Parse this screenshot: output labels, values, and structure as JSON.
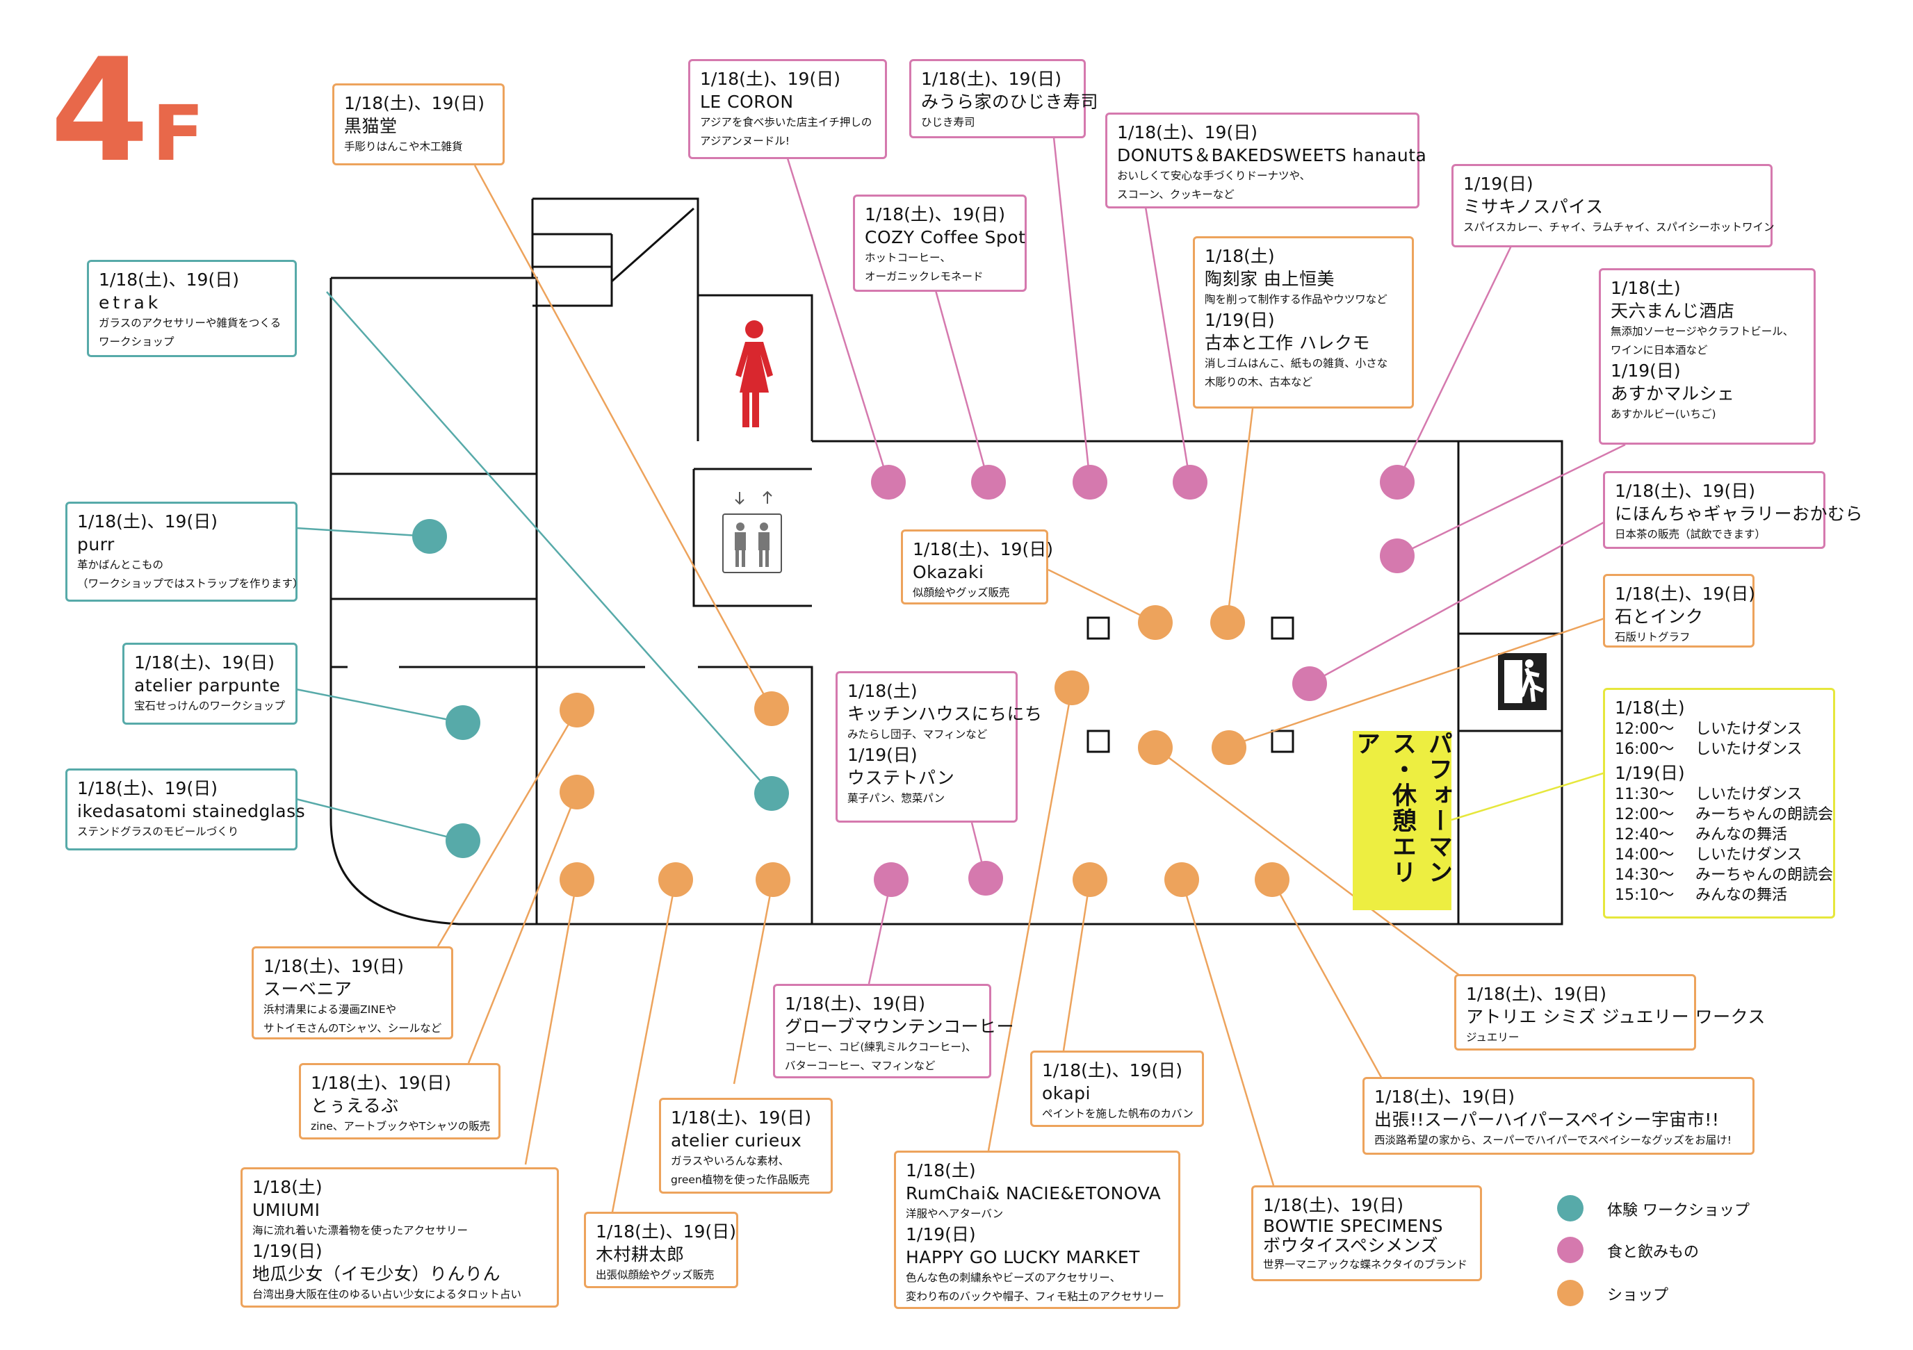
{
  "floor": {
    "number": "4",
    "suffix": "F"
  },
  "colors": {
    "shop": "#eda35c",
    "food": "#d579ae",
    "workshop": "#57aaa9",
    "performance": "#e6e73c",
    "floor_label": "#e8684a",
    "toilet": "#d9272e",
    "exit": "#1f1f1f"
  },
  "icons": {
    "toilet": "woman-toilet-icon",
    "elevator": "elevator-icon",
    "exit": "emergency-exit-icon"
  },
  "performance_area": "パフォーマンス・休憩エリア",
  "legend": [
    {
      "label": "体験 ワークショップ",
      "color": "#57aaa9"
    },
    {
      "label": "食と飲みもの",
      "color": "#d579ae"
    },
    {
      "label": "ショップ",
      "color": "#eda35c"
    }
  ],
  "booths": {
    "kuroneko": {
      "date": "1/18(土)、19(日)",
      "name": "黒猫堂",
      "desc": [
        "手彫りはんこや木工雑貨"
      ]
    },
    "etrak": {
      "date": "1/18(土)、19(日)",
      "name": "etrak",
      "desc": [
        "ガラスのアクセサリーや雑貨をつくる",
        "ワークショップ"
      ]
    },
    "purr": {
      "date": "1/18(土)、19(日)",
      "name": "purr",
      "desc": [
        "革かばんとこもの",
        "（ワークショップではストラップを作ります）"
      ]
    },
    "parpunte": {
      "date": "1/18(土)、19(日)",
      "name": "atelier parpunte",
      "desc": [
        "宝石せっけんのワークショップ"
      ]
    },
    "ikeda": {
      "date": "1/18(土)、19(日)",
      "name": "ikedasatomi stainedglass",
      "desc": [
        "ステンドグラスのモビールづくり"
      ]
    },
    "lecoron": {
      "date": "1/18(土)、19(日)",
      "name": "LE CORON",
      "desc": [
        "アジアを食べ歩いた店主イチ押しの",
        "アジアンヌードル!"
      ]
    },
    "miura": {
      "date": "1/18(土)、19(日)",
      "name": "みうら家のひじき寿司",
      "desc": [
        "ひじき寿司"
      ]
    },
    "cozy": {
      "date": "1/18(土)、19(日)",
      "name": "COZY Coffee Spot",
      "desc": [
        "ホットコーヒー、",
        "オーガニックレモネード"
      ]
    },
    "hanauta": {
      "date": "1/18(土)、19(日)",
      "name": "DONUTS＆BAKEDSWEETS hanauta",
      "desc": [
        "おいしくて安心な手づくりドーナツや、",
        "スコーン、クッキーなど"
      ]
    },
    "yuka": {
      "date1": "1/18(土)",
      "name1": "陶刻家 由上恒美",
      "desc1": [
        "陶を削って制作する作品やウツワなど"
      ],
      "date2": "1/19(日)",
      "name2": "古本と工作 ハレクモ",
      "desc2": [
        "消しゴムはんこ、紙もの雑貨、小さな",
        "木彫りの木、古本など"
      ]
    },
    "misaki": {
      "date": "1/19(日)",
      "name": "ミサキノスパイス",
      "desc": [
        "スパイスカレー、チャイ、ラムチャイ、スパイシーホットワイン"
      ]
    },
    "tenroku": {
      "date1": "1/18(土)",
      "name1": "天六まんじ酒店",
      "desc1": [
        "無添加ソーセージやクラフトビール、",
        "ワインに日本酒など"
      ],
      "date2": "1/19(日)",
      "name2": "あすかマルシェ",
      "desc2": [
        "あすかルビー(いちご)"
      ]
    },
    "okamura": {
      "date": "1/18(土)、19(日)",
      "name": "にほんちゃギャラリーおかむら",
      "desc": [
        "日本茶の販売（試飲できます）"
      ]
    },
    "ishi": {
      "date": "1/18(土)、19(日)",
      "name": "石とインク",
      "desc": [
        "石版リトグラフ"
      ]
    },
    "okazaki": {
      "date": "1/18(土)、19(日)",
      "name": "Okazaki",
      "desc": [
        "似顔絵やグッズ販売"
      ]
    },
    "kitchen": {
      "date1": "1/18(土)",
      "name1": "キッチンハウスにちにち",
      "desc1": [
        "みたらし団子、マフィンなど"
      ],
      "date2": "1/19(日)",
      "name2": "ウステトパン",
      "desc2": [
        "菓子パン、惣菜パン"
      ]
    },
    "performance": {
      "date1": "1/18(土)",
      "rows1": [
        [
          "12:00～",
          "しいたけダンス"
        ],
        [
          "16:00～",
          "しいたけダンス"
        ]
      ],
      "date2": "1/19(日)",
      "rows2": [
        [
          "11:30～",
          "しいたけダンス"
        ],
        [
          "12:00～",
          "みーちゃんの朗読会"
        ],
        [
          "12:40～",
          "みんなの舞活"
        ],
        [
          "14:00～",
          "しいたけダンス"
        ],
        [
          "14:30～",
          "みーちゃんの朗読会"
        ],
        [
          "15:10～",
          "みんなの舞活"
        ]
      ]
    },
    "savenia": {
      "date": "1/18(土)、19(日)",
      "name": "スーベニア",
      "desc": [
        "浜村清果による漫画ZINEや",
        "サトイモさんのTシャツ、シールなど"
      ]
    },
    "toeruabu": {
      "date": "1/18(土)、19(日)",
      "name": "とぅえるぶ",
      "desc": [
        "zine、アートブックやTシャツの販売"
      ]
    },
    "umiumi": {
      "date1": "1/18(土)",
      "name1": "UMIUMI",
      "desc1": [
        "海に流れ着いた漂着物を使ったアクセサリー"
      ],
      "date2": "1/19(日)",
      "name2": "地瓜少女（イモ少女）りんりん",
      "desc2": [
        "台湾出身大阪在住のゆるい占い少女によるタロット占い"
      ]
    },
    "kimura": {
      "date": "1/18(土)、19(日)",
      "name": "木村耕太郎",
      "desc": [
        "出張似顔絵やグッズ販売"
      ]
    },
    "curieux": {
      "date": "1/18(土)、19(日)",
      "name": "atelier curieux",
      "desc": [
        "ガラスやいろんな素材、",
        "green植物を使った作品販売"
      ]
    },
    "globe": {
      "date": "1/18(土)、19(日)",
      "name": "グローブマウンテンコーヒー",
      "desc": [
        "コーヒー、コビ(練乳ミルクコーヒー)、",
        "バターコーヒー、マフィンなど"
      ]
    },
    "rumchai": {
      "date1": "1/18(土)",
      "name1": "RumChai& NACIE&ETONOVA",
      "desc1": [
        "洋服やヘアターバン"
      ],
      "date2": "1/19(日)",
      "name2": "HAPPY GO LUCKY MARKET",
      "desc2": [
        "色んな色の刺繍糸やビーズのアクセサリー、",
        "変わり布のバックや帽子、フィモ粘土のアクセサリー"
      ]
    },
    "okapi": {
      "date": "1/18(土)、19(日)",
      "name": "okapi",
      "desc": [
        "ペイントを施した帆布のカバン"
      ]
    },
    "bowtie": {
      "date": "1/18(土)、19(日)",
      "name": "BOWTIE SPECIMENS\nボウタイスペシメンズ",
      "desc": [
        "世界一マニアックな蝶ネクタイのブランド"
      ]
    },
    "shimizu": {
      "date": "1/18(土)、19(日)",
      "name": "アトリエ シミズ ジュエリー ワークス",
      "desc": [
        "ジュエリー"
      ]
    },
    "uchu": {
      "date": "1/18(土)、19(日)",
      "name": "出張!!スーパーハイパースペイシー宇宙市!!",
      "desc": [
        "西淡路希望の家から、スーパーでハイパーでスペイシーなグッズをお届け!"
      ]
    }
  }
}
